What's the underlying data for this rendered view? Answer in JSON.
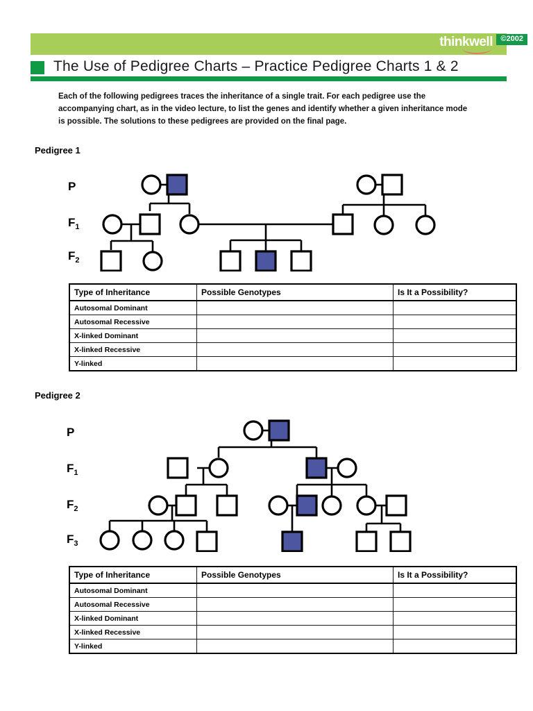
{
  "header": {
    "brand": "thinkwell",
    "copyright": "©2002",
    "title": "The Use of Pedigree Charts – Practice Pedigree Charts 1 & 2"
  },
  "intro": "Each of the following pedigrees traces the inheritance of a single trait. For each pedigree use the accompanying chart, as in the video lecture, to list the genes and identify whether a given inheritance mode is possible. The solutions to these pedigrees are provided on the final page.",
  "sections": [
    {
      "heading": "Pedigree 1"
    },
    {
      "heading": "Pedigree 2"
    }
  ],
  "colors": {
    "band_light_green": "#a8ce5a",
    "brand_dark_green": "#14994a",
    "title_green": "#109a46",
    "affected_blue": "#4d57a1",
    "stroke_black": "#000000"
  },
  "generation_labels": {
    "p": "P",
    "f1_main": "F",
    "f1_sub": "1",
    "f2_main": "F",
    "f2_sub": "2",
    "f3_main": "F",
    "f3_sub": "3"
  },
  "table": {
    "columns": [
      "Type of Inheritance",
      "Possible Genotypes",
      "Is It a Possibility?"
    ],
    "rows": [
      {
        "type": "Autosomal Dominant",
        "genotypes": "",
        "possibility": ""
      },
      {
        "type": "Autosomal Recessive",
        "genotypes": "",
        "possibility": ""
      },
      {
        "type": "X-linked Dominant",
        "genotypes": "",
        "possibility": ""
      },
      {
        "type": "X-linked Recessive",
        "genotypes": "",
        "possibility": ""
      },
      {
        "type": "Y-linked",
        "genotypes": "",
        "possibility": ""
      }
    ]
  },
  "chart_data": {
    "type": "diagram",
    "diagram_kind": "pedigree-chart",
    "legend": {
      "square": "male",
      "circle": "female",
      "filled": "affected with trait",
      "open": "unaffected"
    },
    "pedigree_1": {
      "generations": [
        "P",
        "F1",
        "F2"
      ],
      "individuals": [
        {
          "id": "P-1",
          "gen": "P",
          "sex": "female",
          "affected": false
        },
        {
          "id": "P-2",
          "gen": "P",
          "sex": "male",
          "affected": true
        },
        {
          "id": "P-3",
          "gen": "P",
          "sex": "female",
          "affected": false
        },
        {
          "id": "P-4",
          "gen": "P",
          "sex": "male",
          "affected": false
        },
        {
          "id": "F1-1",
          "gen": "F1",
          "sex": "female",
          "affected": false
        },
        {
          "id": "F1-2",
          "gen": "F1",
          "sex": "male",
          "affected": false
        },
        {
          "id": "F1-3",
          "gen": "F1",
          "sex": "female",
          "affected": false
        },
        {
          "id": "F1-4",
          "gen": "F1",
          "sex": "male",
          "affected": false
        },
        {
          "id": "F1-5",
          "gen": "F1",
          "sex": "female",
          "affected": false
        },
        {
          "id": "F1-6",
          "gen": "F1",
          "sex": "female",
          "affected": false
        },
        {
          "id": "F2-1",
          "gen": "F2",
          "sex": "male",
          "affected": false
        },
        {
          "id": "F2-2",
          "gen": "F2",
          "sex": "female",
          "affected": false
        },
        {
          "id": "F2-3",
          "gen": "F2",
          "sex": "male",
          "affected": false
        },
        {
          "id": "F2-4",
          "gen": "F2",
          "sex": "male",
          "affected": true
        },
        {
          "id": "F2-5",
          "gen": "F2",
          "sex": "male",
          "affected": false
        }
      ],
      "matings": [
        {
          "partners": [
            "P-1",
            "P-2"
          ],
          "children": [
            "F1-2",
            "F1-3"
          ]
        },
        {
          "partners": [
            "P-3",
            "P-4"
          ],
          "children": [
            "F1-4",
            "F1-5",
            "F1-6"
          ]
        },
        {
          "partners": [
            "F1-1",
            "F1-2"
          ],
          "children": [
            "F2-1",
            "F2-2"
          ]
        },
        {
          "partners": [
            "F1-3",
            "F1-4"
          ],
          "children": [
            "F2-3",
            "F2-4",
            "F2-5"
          ]
        }
      ]
    },
    "pedigree_2": {
      "generations": [
        "P",
        "F1",
        "F2",
        "F3"
      ],
      "individuals": [
        {
          "id": "P-1",
          "gen": "P",
          "sex": "female",
          "affected": false
        },
        {
          "id": "P-2",
          "gen": "P",
          "sex": "male",
          "affected": true
        },
        {
          "id": "F1-1",
          "gen": "F1",
          "sex": "male",
          "affected": false
        },
        {
          "id": "F1-2",
          "gen": "F1",
          "sex": "female",
          "affected": false
        },
        {
          "id": "F1-3",
          "gen": "F1",
          "sex": "male",
          "affected": true
        },
        {
          "id": "F1-4",
          "gen": "F1",
          "sex": "female",
          "affected": false
        },
        {
          "id": "F2-1",
          "gen": "F2",
          "sex": "female",
          "affected": false
        },
        {
          "id": "F2-2",
          "gen": "F2",
          "sex": "male",
          "affected": false
        },
        {
          "id": "F2-3",
          "gen": "F2",
          "sex": "male",
          "affected": false
        },
        {
          "id": "F2-4",
          "gen": "F2",
          "sex": "female",
          "affected": false
        },
        {
          "id": "F2-5",
          "gen": "F2",
          "sex": "male",
          "affected": true
        },
        {
          "id": "F2-6",
          "gen": "F2",
          "sex": "female",
          "affected": false
        },
        {
          "id": "F2-7",
          "gen": "F2",
          "sex": "female",
          "affected": false
        },
        {
          "id": "F2-8",
          "gen": "F2",
          "sex": "male",
          "affected": false
        },
        {
          "id": "F3-1",
          "gen": "F3",
          "sex": "female",
          "affected": false
        },
        {
          "id": "F3-2",
          "gen": "F3",
          "sex": "female",
          "affected": false
        },
        {
          "id": "F3-3",
          "gen": "F3",
          "sex": "female",
          "affected": false
        },
        {
          "id": "F3-4",
          "gen": "F3",
          "sex": "male",
          "affected": false
        },
        {
          "id": "F3-5",
          "gen": "F3",
          "sex": "male",
          "affected": true
        },
        {
          "id": "F3-6",
          "gen": "F3",
          "sex": "male",
          "affected": false
        },
        {
          "id": "F3-7",
          "gen": "F3",
          "sex": "male",
          "affected": false
        }
      ],
      "matings": [
        {
          "partners": [
            "P-1",
            "P-2"
          ],
          "children": [
            "F1-2",
            "F1-3"
          ]
        },
        {
          "partners": [
            "F1-1",
            "F1-2"
          ],
          "children": [
            "F2-2",
            "F2-3"
          ]
        },
        {
          "partners": [
            "F1-3",
            "F1-4"
          ],
          "children": [
            "F2-5",
            "F2-6",
            "F2-7"
          ]
        },
        {
          "partners": [
            "F2-1",
            "F2-2"
          ],
          "children": [
            "F3-1",
            "F3-2",
            "F3-3",
            "F3-4"
          ]
        },
        {
          "partners": [
            "F2-4",
            "F2-5"
          ],
          "children": [
            "F3-5"
          ]
        },
        {
          "partners": [
            "F2-7",
            "F2-8"
          ],
          "children": [
            "F3-6",
            "F3-7"
          ]
        }
      ]
    }
  }
}
